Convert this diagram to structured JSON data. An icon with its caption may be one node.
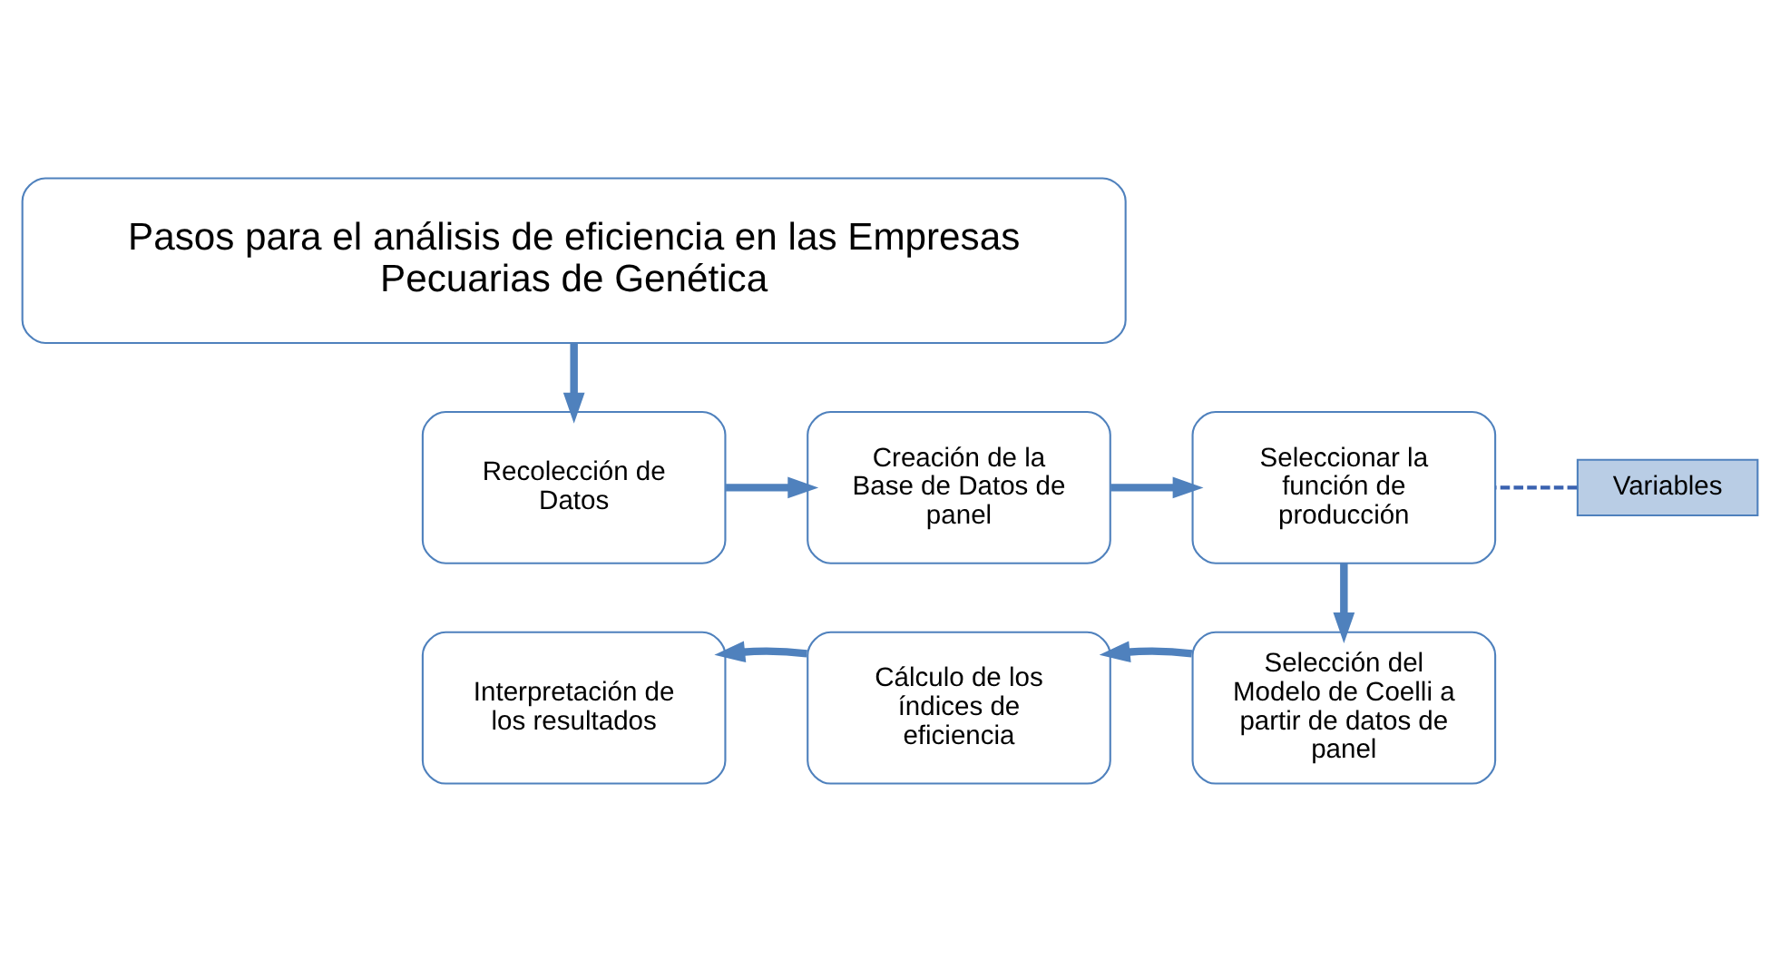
{
  "diagram": {
    "nodes": [
      {
        "text": [
          "Pasos para el análisis de eficiencia en las Empresas Pecuarias de Genética"
        ]
      },
      {
        "text": [
          "Recolección de Datos"
        ]
      },
      {
        "text": [
          "Creación de la Base de Datos de panel"
        ]
      },
      {
        "text": [
          "Seleccionar la función de producción"
        ]
      },
      {
        "text": [
          "Selección del Modelo de Coelli a partir de datos de panel"
        ]
      },
      {
        "text": [
          "Cálculo de los índices de eficiencia"
        ]
      },
      {
        "text": [
          "Interpretación de los resultados"
        ]
      },
      {
        "text": [
          "Variables"
        ]
      }
    ],
    "edges": [
      {
        "from": 0,
        "to": 1,
        "arrow": "to"
      },
      {
        "from": 1,
        "to": 2,
        "arrow": "to"
      },
      {
        "from": 2,
        "to": 3,
        "arrow": "to"
      },
      {
        "from": 3,
        "to": 4,
        "arrow": "to"
      },
      {
        "from": 4,
        "to": 5,
        "arrow": "to"
      },
      {
        "from": 5,
        "to": 6,
        "arrow": "to"
      },
      {
        "from": 7,
        "to": 3,
        "arrow": "none",
        "style": "dashed",
        "color": "#3a62b0"
      }
    ]
  }
}
